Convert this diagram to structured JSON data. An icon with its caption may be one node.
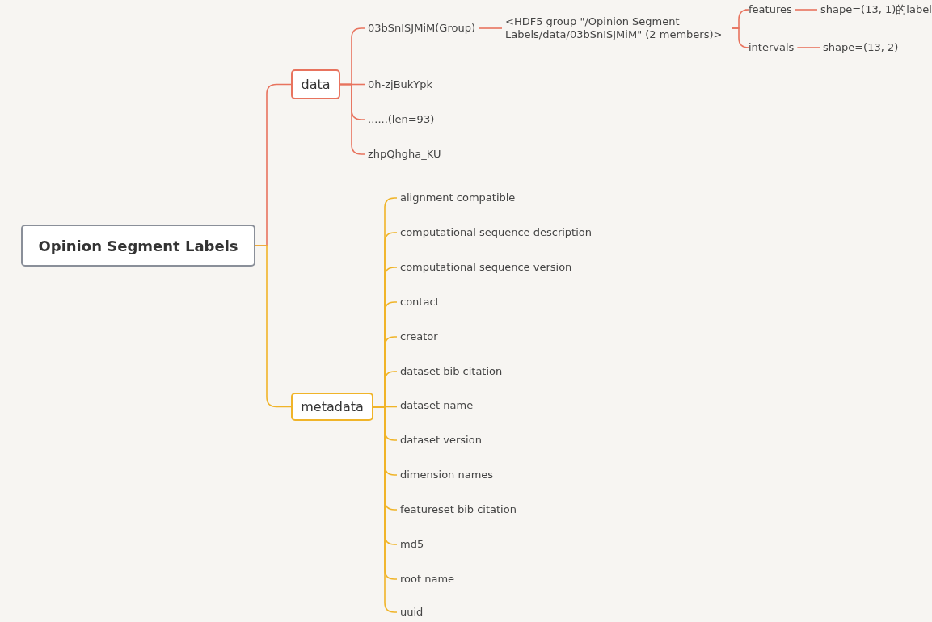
{
  "diagram": {
    "nodes": [
      {
        "text": [
          "Opinion Segment Labels"
        ]
      },
      {
        "text": [
          "data"
        ]
      },
      {
        "text": [
          "metadata"
        ]
      },
      {
        "text": [
          "03bSnISJMiM(Group)"
        ]
      },
      {
        "text": [
          "<HDF5 group \"/Opinion Segment Labels/data/03bSnISJMiM\" (2 members)>"
        ]
      },
      {
        "text": [
          "features"
        ]
      },
      {
        "text": [
          "shape=(13, 1)的label"
        ]
      },
      {
        "text": [
          "intervals"
        ]
      },
      {
        "text": [
          "shape=(13, 2)"
        ]
      },
      {
        "text": [
          "0h-zjBukYpk"
        ]
      },
      {
        "text": [
          "......(len=93)"
        ]
      },
      {
        "text": [
          "zhpQhgha_KU"
        ]
      },
      {
        "text": [
          "alignment compatible"
        ]
      },
      {
        "text": [
          "computational sequence description"
        ]
      },
      {
        "text": [
          "computational sequence version"
        ]
      },
      {
        "text": [
          "contact"
        ]
      },
      {
        "text": [
          "creator"
        ]
      },
      {
        "text": [
          "dataset bib citation"
        ]
      },
      {
        "text": [
          "dataset name"
        ]
      },
      {
        "text": [
          "dataset version"
        ]
      },
      {
        "text": [
          "dimension names"
        ]
      },
      {
        "text": [
          "featureset bib citation"
        ]
      },
      {
        "text": [
          "md5"
        ]
      },
      {
        "text": [
          "root name"
        ]
      },
      {
        "text": [
          "uuid"
        ]
      }
    ],
    "edges": [
      {
        "from": 0,
        "to": 1,
        "arrow": "none",
        "color": "#e8735e"
      },
      {
        "from": 0,
        "to": 2,
        "arrow": "none"
      },
      {
        "from": 1,
        "to": 3,
        "arrow": "none",
        "color": "#e8735e"
      },
      {
        "from": 1,
        "to": 9,
        "arrow": "none",
        "color": "#e8735e"
      },
      {
        "from": 1,
        "to": 10,
        "arrow": "none",
        "color": "#e8735e"
      },
      {
        "from": 1,
        "to": 11,
        "arrow": "none",
        "color": "#e8735e"
      },
      {
        "from": 3,
        "to": 4,
        "arrow": "none",
        "color": "#e8735e"
      },
      {
        "from": 4,
        "to": 5,
        "arrow": "none",
        "color": "#e8735e"
      },
      {
        "from": 4,
        "to": 7,
        "arrow": "none",
        "color": "#e8735e"
      },
      {
        "from": 5,
        "to": 6,
        "arrow": "none",
        "color": "#e8735e"
      },
      {
        "from": 7,
        "to": 8,
        "arrow": "none",
        "color": "#e8735e"
      },
      {
        "from": 2,
        "to": 12,
        "arrow": "none"
      },
      {
        "from": 2,
        "to": 13,
        "arrow": "none"
      },
      {
        "from": 2,
        "to": 14,
        "arrow": "none"
      },
      {
        "from": 2,
        "to": 15,
        "arrow": "none"
      },
      {
        "from": 2,
        "to": 16,
        "arrow": "none"
      },
      {
        "from": 2,
        "to": 17,
        "arrow": "none"
      },
      {
        "from": 2,
        "to": 18,
        "arrow": "none"
      },
      {
        "from": 2,
        "to": 19,
        "arrow": "none"
      },
      {
        "from": 2,
        "to": 20,
        "arrow": "none"
      },
      {
        "from": 2,
        "to": 21,
        "arrow": "none"
      },
      {
        "from": 2,
        "to": 22,
        "arrow": "none"
      },
      {
        "from": 2,
        "to": 23,
        "arrow": "none"
      },
      {
        "from": 2,
        "to": 24,
        "arrow": "none"
      }
    ]
  }
}
